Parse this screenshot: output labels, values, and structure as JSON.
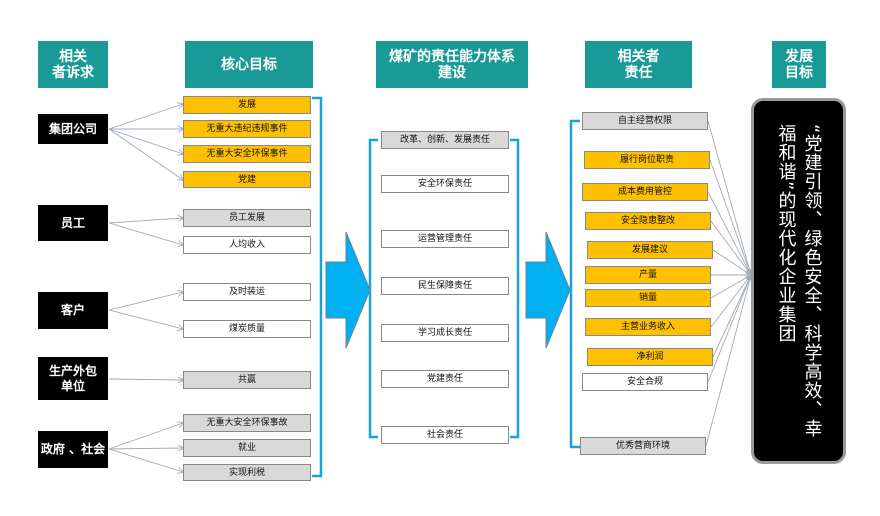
{
  "headers": {
    "stakeholder": "相关\n者诉求",
    "core": "核心目标",
    "system": "煤矿的责任能力体系\n建设",
    "resp": "相关者\n责任",
    "dev": "发展\n目标"
  },
  "stakeholders": [
    "集团公司",
    "员工",
    "客户",
    "生产外包\n单位",
    "政府 、社会"
  ],
  "core_goals": [
    "发展",
    "无重大违纪违规事件",
    "无重大安全环保事件",
    "党建",
    "员工发展",
    "人均收入",
    "及时装运",
    "煤炭质量",
    "共赢",
    "无重大安全环保事故",
    "就业",
    "实现利税"
  ],
  "system_items": [
    "改革、创新、发展责任",
    "安全环保责任",
    "运营管理责任",
    "民生保障责任",
    "学习成长责任",
    "党建责任",
    "社会责任"
  ],
  "responsibilities": [
    "自主经营权限",
    "履行岗位职责",
    "成本费用管控",
    "安全隐患整改",
    "发展建议",
    "产量",
    "销量",
    "主营业务收入",
    "净利润",
    "安全合规",
    "优秀营商环境"
  ],
  "goal": "“党建引领、绿色安全、科学高效、幸\n福和谐”的现代化企业集团",
  "colors": {
    "header": "#1a9a96",
    "accent": "#ffc000",
    "line": "#1aa3d9",
    "arrow": "#00b0f0"
  }
}
